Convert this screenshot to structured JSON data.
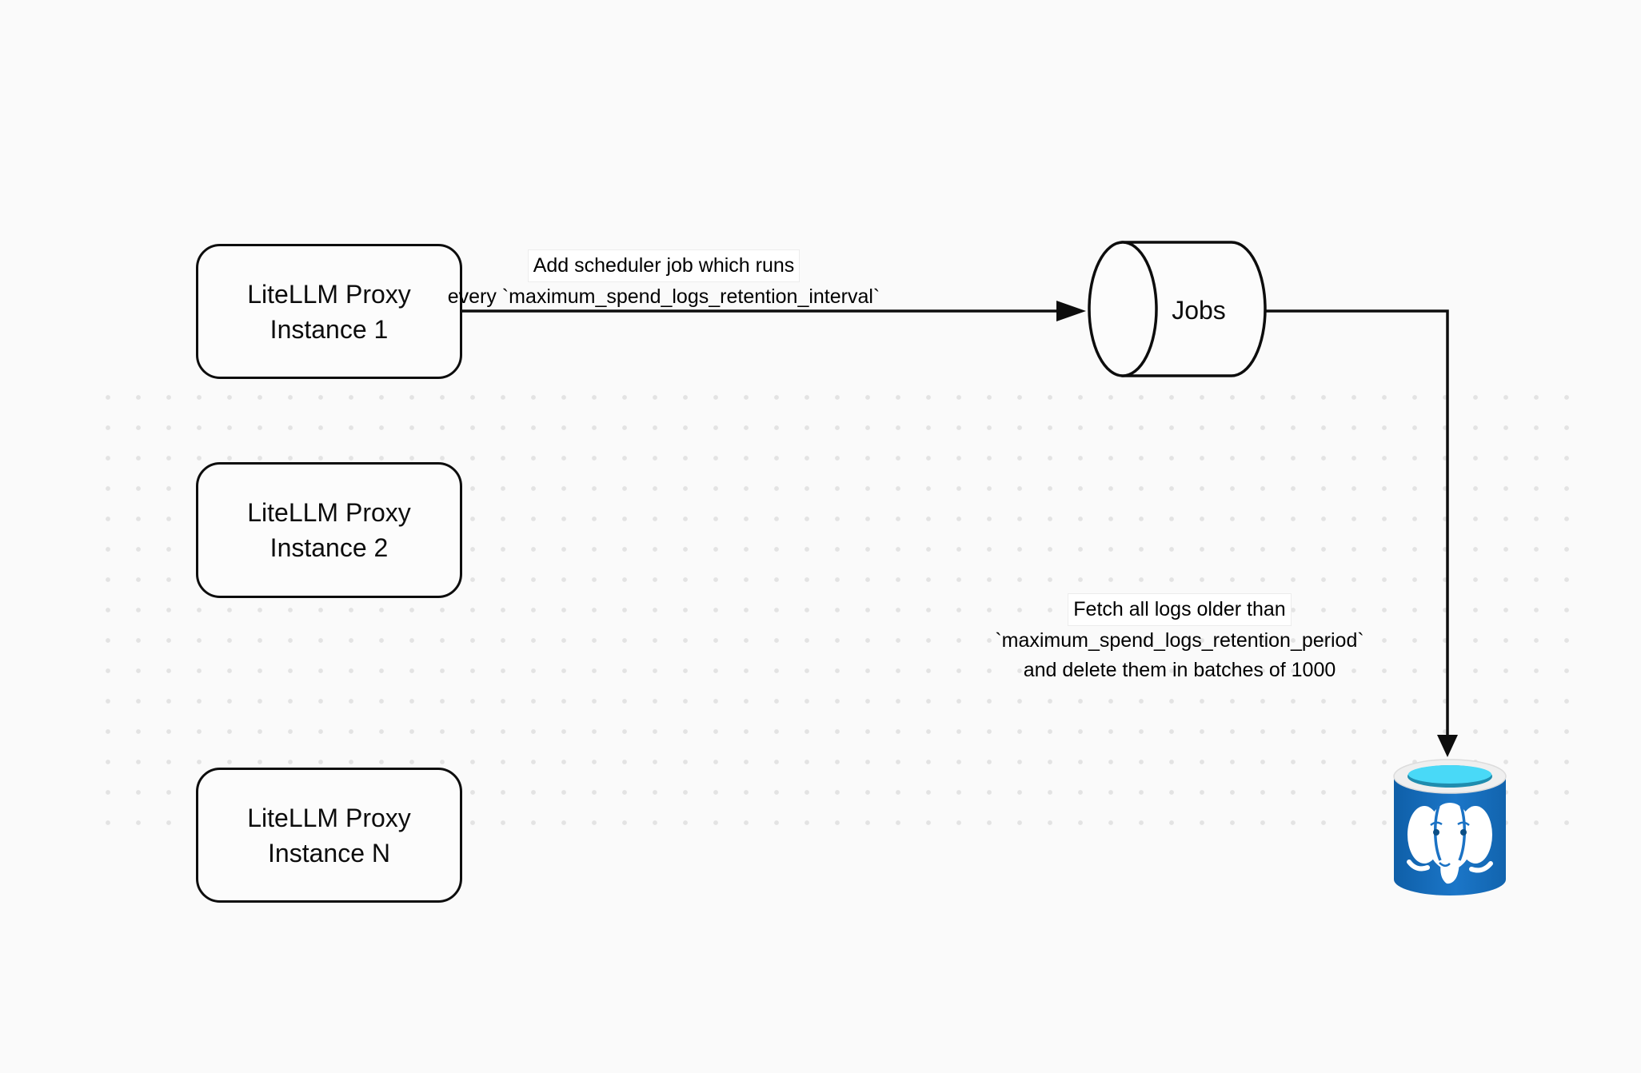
{
  "canvas": {
    "background_color": "#fafafa",
    "dot_color": "#e3e3e3"
  },
  "nodes": {
    "proxy_instance_1": {
      "line1": "LiteLLM Proxy",
      "line2": "Instance 1"
    },
    "proxy_instance_2": {
      "line1": "LiteLLM Proxy",
      "line2": "Instance 2"
    },
    "proxy_instance_n": {
      "line1": "LiteLLM Proxy",
      "line2": "Instance N"
    },
    "jobs_queue": {
      "label": "Jobs"
    },
    "database": {
      "icon": "postgresql-database-icon"
    }
  },
  "edges": {
    "add_scheduler_job": {
      "line1": "Add scheduler job which runs",
      "line2": "every `maximum_spend_logs_retention_interval`"
    },
    "fetch_and_delete": {
      "line1": "Fetch all logs older than",
      "line2": "`maximum_spend_logs_retention_period`",
      "line3": "and delete them in batches of 1000"
    }
  },
  "colors": {
    "stroke_black": "#0d0d0d",
    "db_body_blue": "#1b72c4",
    "db_body_blue_dark": "#0f5fa8",
    "db_rim_gray": "#efefef",
    "db_water_cyan": "#49d9f7",
    "db_water_teal": "#1f8cae",
    "elephant_white": "#ffffff"
  }
}
